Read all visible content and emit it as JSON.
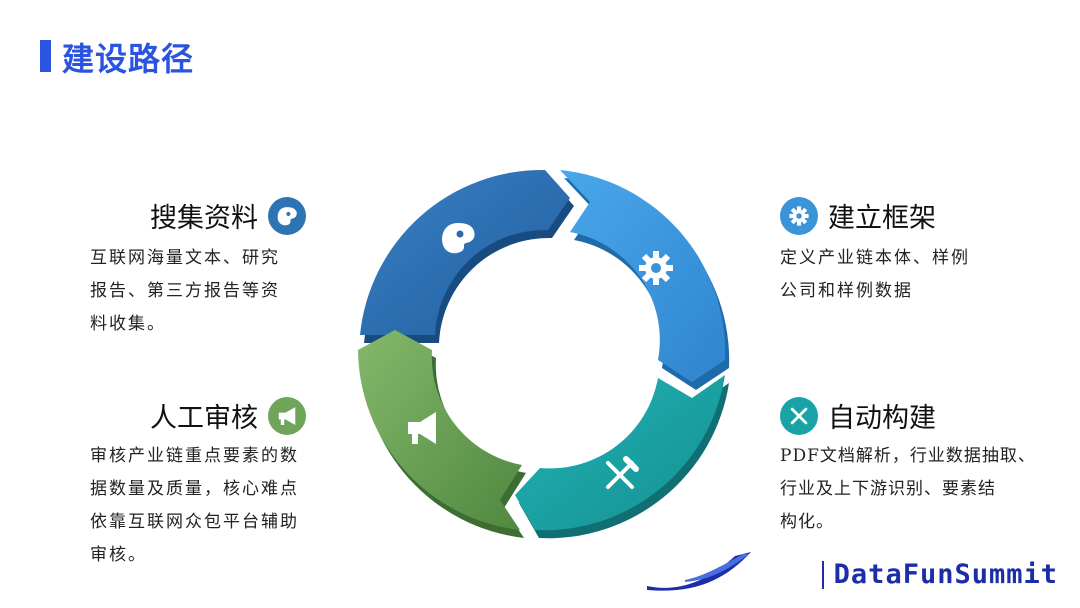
{
  "header": {
    "title": "建设路径"
  },
  "steps": [
    {
      "title": "搜集资料",
      "icon": "palette-icon",
      "color": "#2e74b5",
      "desc": [
        "互联网海量文本、研究",
        "报告、第三方报告等资",
        "料收集。"
      ]
    },
    {
      "title": "建立框架",
      "icon": "gear-icon",
      "color": "#3a95d8",
      "desc": [
        "定义产业链本体、样例",
        "公司和样例数据"
      ]
    },
    {
      "title": "自动构建",
      "icon": "tools-icon",
      "color": "#1aa3a6",
      "desc": [
        "PDF文档解析，行业数据抽取、",
        "行业及上下游识别、要素结",
        "构化。"
      ]
    },
    {
      "title": "人工审核",
      "icon": "megaphone-icon",
      "color": "#6fa45a",
      "desc": [
        "审核产业链重点要素的数",
        "据数量及质量，核心难点",
        "依靠互联网众包平台辅助",
        "审核。"
      ]
    }
  ],
  "brand": {
    "name": "DataFunSummit"
  }
}
